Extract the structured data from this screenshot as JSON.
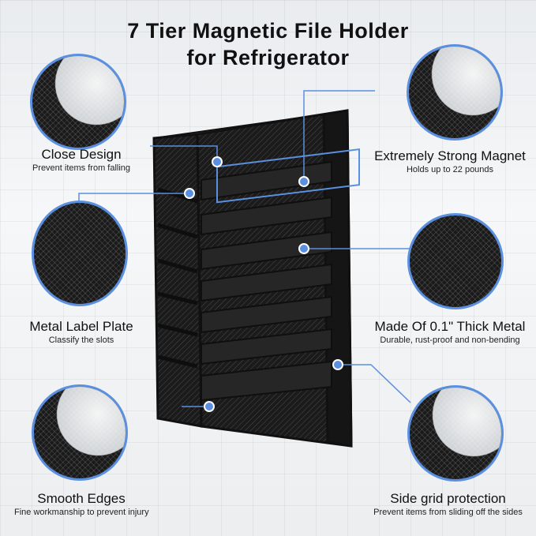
{
  "title": {
    "line1": "7 Tier Magnetic File Holder",
    "line2": "for Refrigerator"
  },
  "features": {
    "close_design": {
      "heading": "Close Design",
      "sub": "Prevent items from falling"
    },
    "label_plate": {
      "heading": "Metal Label Plate",
      "sub": "Classify the slots"
    },
    "smooth_edges": {
      "heading": "Smooth Edges",
      "sub": "Fine workmanship to prevent injury"
    },
    "magnet": {
      "heading": "Extremely Strong Magnet",
      "sub": "Holds up to 22 pounds"
    },
    "thick_metal": {
      "heading": "Made Of 0.1\" Thick Metal",
      "sub": "Durable, rust-proof and non-bending"
    },
    "side_grid": {
      "heading": "Side grid protection",
      "sub": "Prevent items from sliding off the sides"
    }
  },
  "colors": {
    "accent": "#5b8fe0",
    "product": "#1b1b1b"
  }
}
